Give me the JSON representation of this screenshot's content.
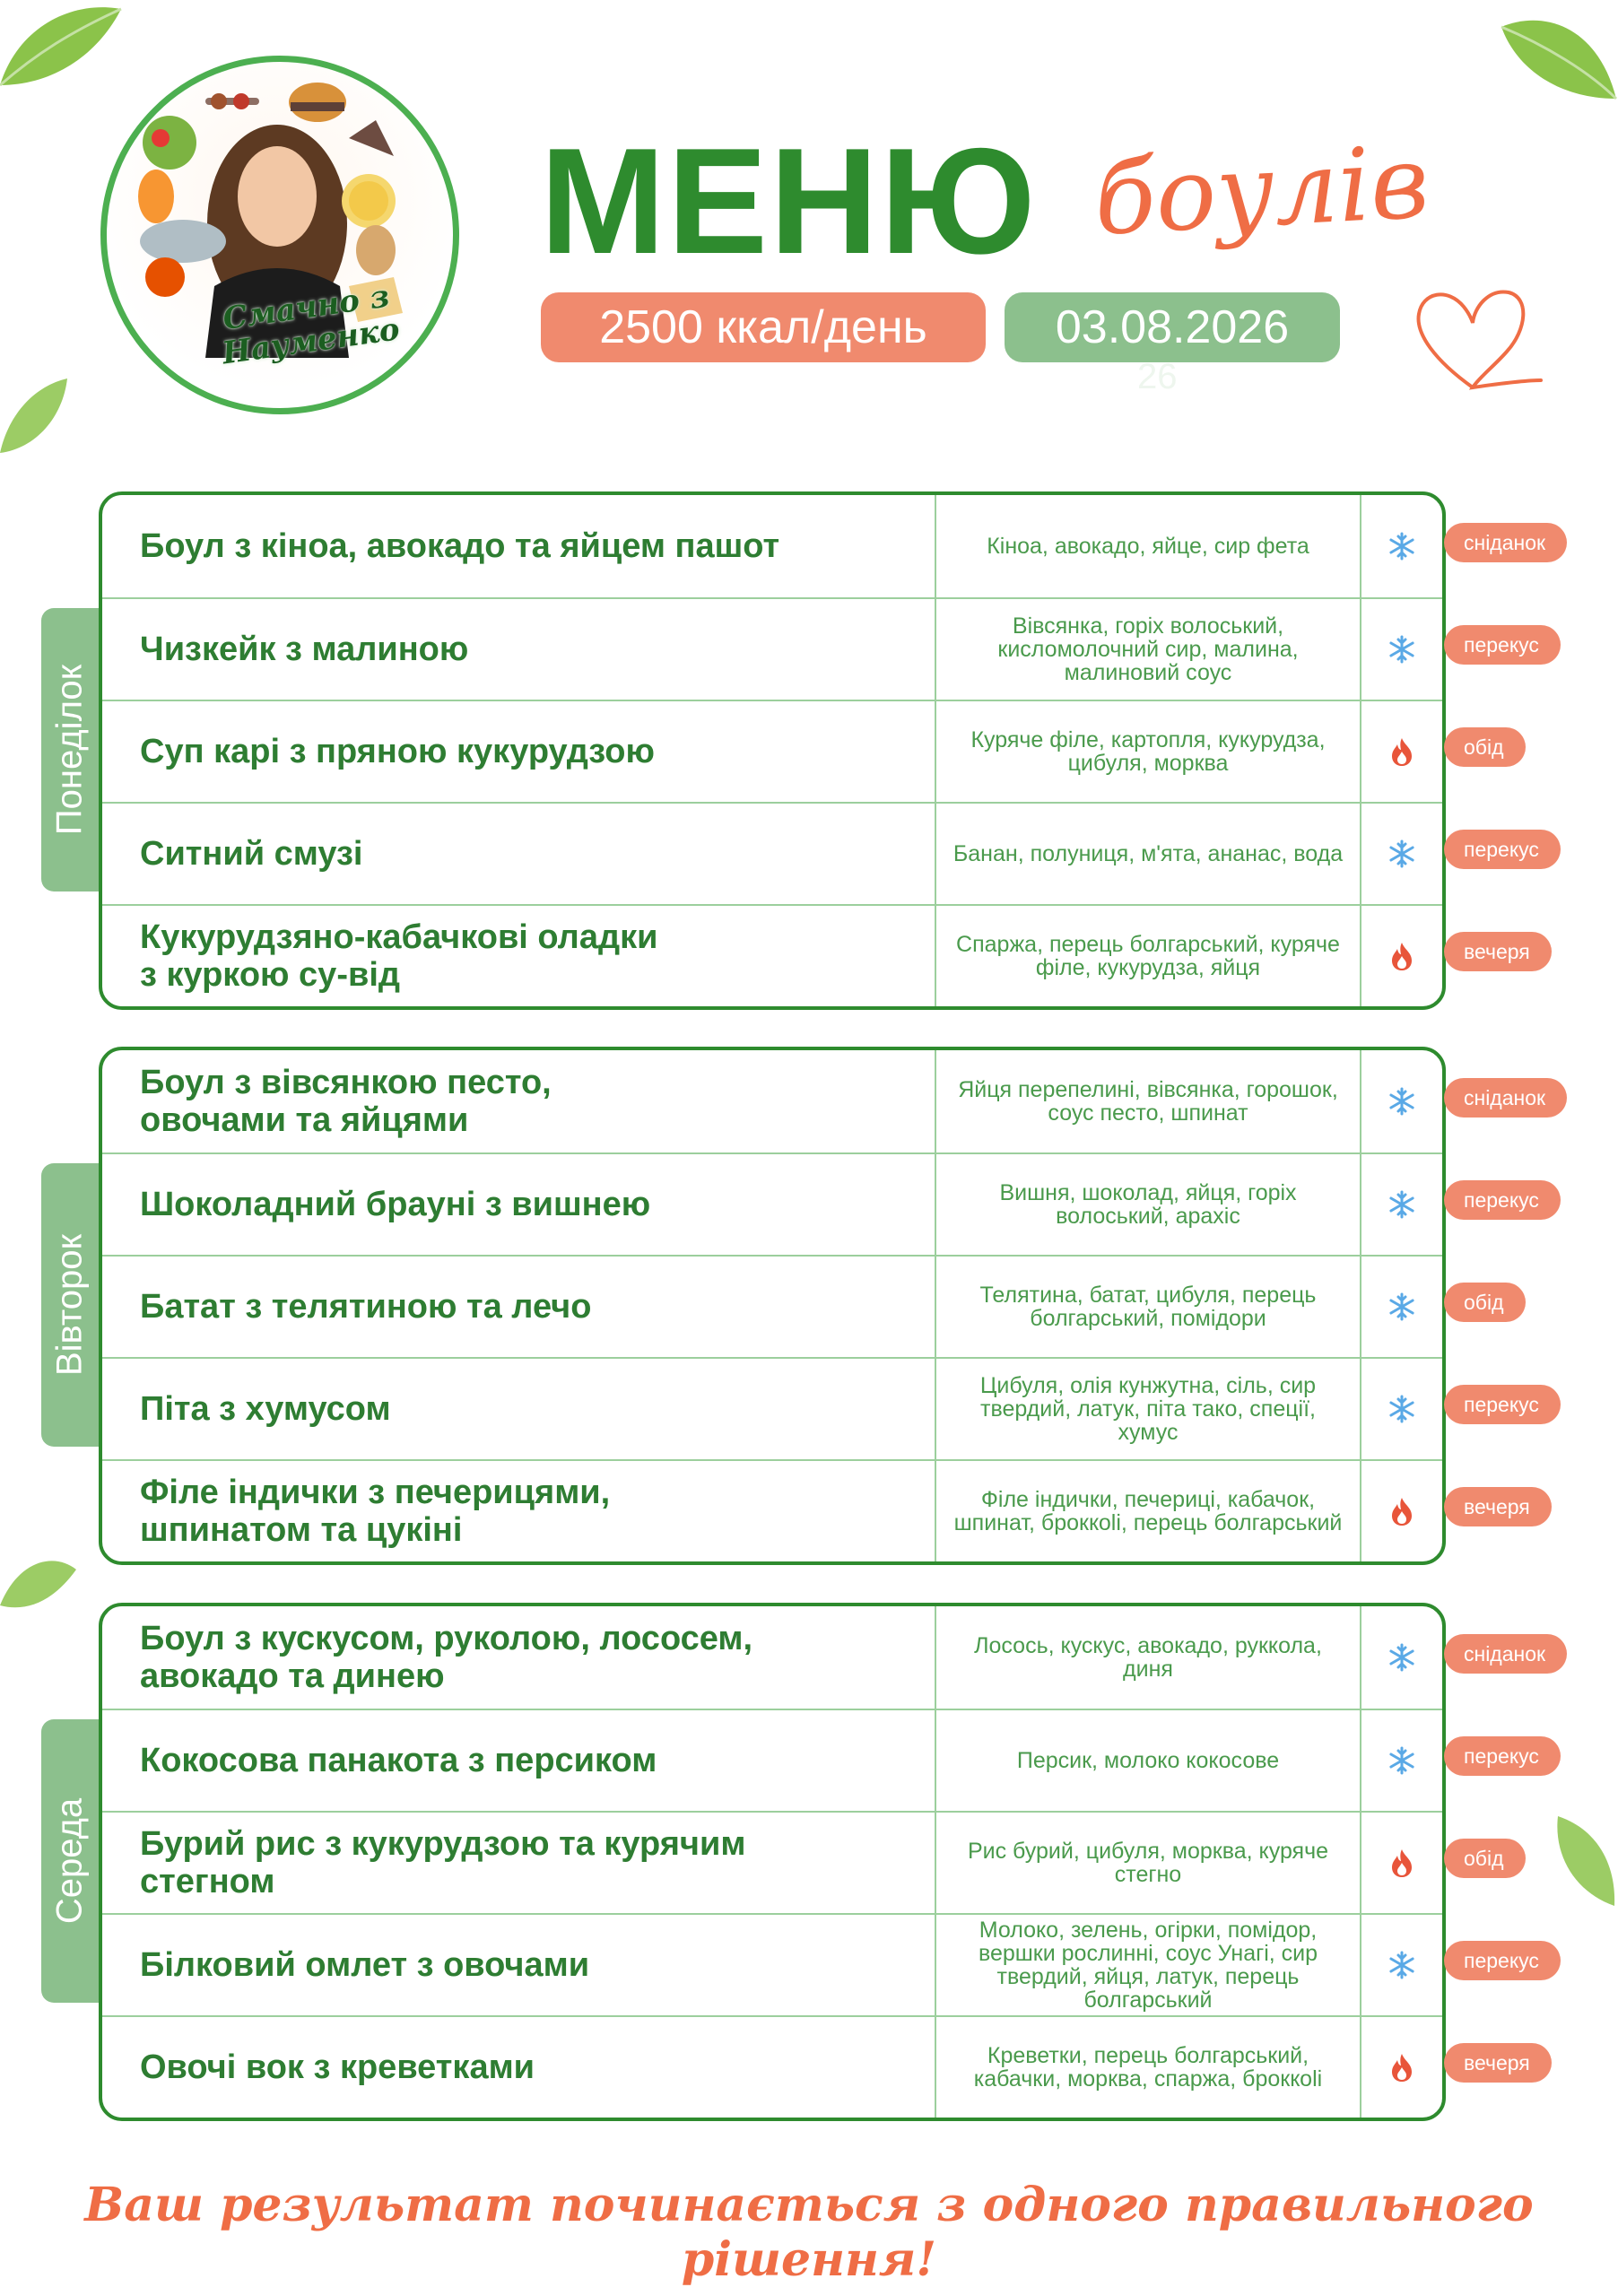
{
  "logo": {
    "text": "Смачно з Науменко"
  },
  "header": {
    "title": "МЕНЮ",
    "subtitle": "боулів",
    "calories": "2500 ккал/день",
    "date": "03.08.2026",
    "date_ghost": "26"
  },
  "days": [
    {
      "name": "Понеділок",
      "meals": [
        {
          "dish": "Боул з кіноа, авокадо та яйцем пашот",
          "ingredients": "Кіноа, авокадо, яйце, сир фета",
          "icon": "snowflake-icon",
          "tag": "сніданок"
        },
        {
          "dish": "Чизкейк з малиною",
          "ingredients": "Вівсянка, горіх волоський, кисломолочний сир, малина, малиновий соус",
          "icon": "snowflake-icon",
          "tag": "перекус"
        },
        {
          "dish": "Суп карі з пряною кукурудзою",
          "ingredients": "Куряче філе, картопля, кукурудза, цибуля, морква",
          "icon": "fire-icon",
          "tag": "обід"
        },
        {
          "dish": "Ситний смузі",
          "ingredients": "Банан, полуниця, м'ята, ананас, вода",
          "icon": "snowflake-icon",
          "tag": "перекус"
        },
        {
          "dish": "Кукурудзяно-кабачкові оладки\nз куркою су-від",
          "ingredients": "Спаржа, перець болгарський, куряче філе, кукурудза, яйця",
          "icon": "fire-icon",
          "tag": "вечеря"
        }
      ]
    },
    {
      "name": "Вівторок",
      "meals": [
        {
          "dish": "Боул з вівсянкою песто,\nовочами та яйцями",
          "ingredients": "Яйця перепелині, вівсянка, горошок, соус песто, шпинат",
          "icon": "snowflake-icon",
          "tag": "сніданок"
        },
        {
          "dish": "Шоколадний брауні з вишнею",
          "ingredients": "Вишня, шоколад, яйця, горіх волоський, арахіс",
          "icon": "snowflake-icon",
          "tag": "перекус"
        },
        {
          "dish": "Батат з телятиною та лечо",
          "ingredients": "Телятина, батат, цибуля, перець болгарський, помідори",
          "icon": "snowflake-icon",
          "tag": "обід"
        },
        {
          "dish": "Піта з хумусом",
          "ingredients": "Цибуля, олія кунжутна, сіль, сир твердий, латук, піта тако, спеції, хумус",
          "icon": "snowflake-icon",
          "tag": "перекус"
        },
        {
          "dish": "Філе індички з печерицями,\nшпинатом та цукіні",
          "ingredients": "Філе індички, печериці, кабачок, шпинат, броккolі, перець болгарський",
          "icon": "fire-icon",
          "tag": "вечеря"
        }
      ]
    },
    {
      "name": "Середа",
      "meals": [
        {
          "dish": "Боул з кускусом, руколою, лососем,\nавокадо та динею",
          "ingredients": "Лосось, кускус, авокадо, руккола, диня",
          "icon": "snowflake-icon",
          "tag": "сніданок"
        },
        {
          "dish": "Кокосова панакота з персиком",
          "ingredients": "Персик, молоко кокосове",
          "icon": "snowflake-icon",
          "tag": "перекус"
        },
        {
          "dish": "Бурий рис з кукурудзою та курячим\nстегном",
          "ingredients": "Рис бурий, цибуля, морква, куряче стегно",
          "icon": "fire-icon",
          "tag": "обід"
        },
        {
          "dish": "Білковий омлет з овочами",
          "ingredients": "Молоко, зелень, огірки, помідор, вершки рослинні, соус Унагі, сир твердий, яйця, латук, перець болгарський",
          "icon": "snowflake-icon",
          "tag": "перекус"
        },
        {
          "dish": "Овочі вок з креветками",
          "ingredients": "Креветки, перець болгарський, кабачки, морква, спаржа, броккolі",
          "icon": "fire-icon",
          "tag": "вечеря"
        }
      ]
    }
  ],
  "footer": {
    "text": "Ваш результат починається з одного правильного рішення!"
  },
  "colors": {
    "green": "#2e8b2e",
    "light_green": "#8cc08d",
    "coral": "#f08a6e",
    "snow": "#5aa9e6",
    "fire": "#e8553a"
  }
}
